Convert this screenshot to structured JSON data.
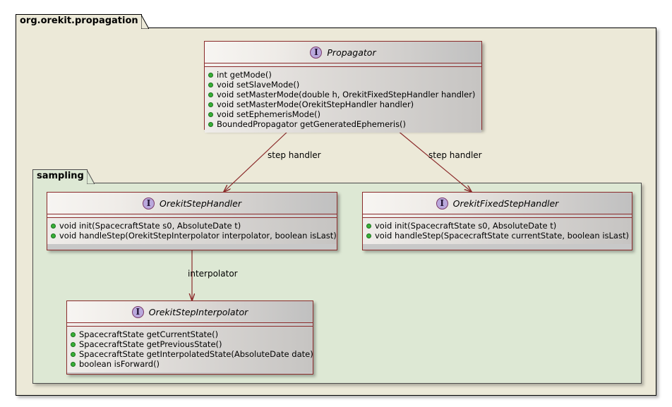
{
  "diagram": {
    "type": "uml-class-diagram",
    "colors": {
      "outer_package_fill": "#ECE9D8",
      "outer_package_border": "#000000",
      "inner_package_fill": "#DDE8D4",
      "inner_package_border": "#4C4C4C",
      "class_border": "#8B2B2B",
      "class_body_fill": "#C8C8C8",
      "interface_icon_fill": "#B9A8DC",
      "interface_icon_border": "#7B3A6B",
      "member_bullet": "#38B037",
      "arrow_color": "#8B2B2B"
    }
  },
  "packages": [
    {
      "id": "outer",
      "name": "org.orekit.propagation"
    },
    {
      "id": "inner",
      "name": "sampling"
    }
  ],
  "classes": [
    {
      "id": "propagator",
      "stereotype_glyph": "I",
      "name": "Propagator",
      "members": [
        "int getMode()",
        "void setSlaveMode()",
        "void setMasterMode(double h, OrekitFixedStepHandler handler)",
        "void setMasterMode(OrekitStepHandler handler)",
        "void setEphemerisMode()",
        "BoundedPropagator getGeneratedEphemeris()"
      ]
    },
    {
      "id": "orekit-step-handler",
      "stereotype_glyph": "I",
      "name": "OrekitStepHandler",
      "members": [
        "void init(SpacecraftState s0, AbsoluteDate t)",
        "void handleStep(OrekitStepInterpolator interpolator, boolean isLast)"
      ]
    },
    {
      "id": "orekit-fixed-step-handler",
      "stereotype_glyph": "I",
      "name": "OrekitFixedStepHandler",
      "members": [
        "void init(SpacecraftState s0, AbsoluteDate t)",
        "void handleStep(SpacecraftState currentState, boolean isLast)"
      ]
    },
    {
      "id": "orekit-step-interpolator",
      "stereotype_glyph": "I",
      "name": "OrekitStepInterpolator",
      "members": [
        "SpacecraftState getCurrentState()",
        "SpacecraftState getPreviousState()",
        "SpacecraftState getInterpolatedState(AbsoluteDate date)",
        "boolean isForward()"
      ]
    }
  ],
  "edges": [
    {
      "id": "edge-propagator-stephandler",
      "from": "Propagator",
      "to": "OrekitStepHandler",
      "label": "step handler"
    },
    {
      "id": "edge-propagator-fixedstephandler",
      "from": "Propagator",
      "to": "OrekitFixedStepHandler",
      "label": "step handler"
    },
    {
      "id": "edge-stephandler-interpolator",
      "from": "OrekitStepHandler",
      "to": "OrekitStepInterpolator",
      "label": "interpolator"
    }
  ]
}
